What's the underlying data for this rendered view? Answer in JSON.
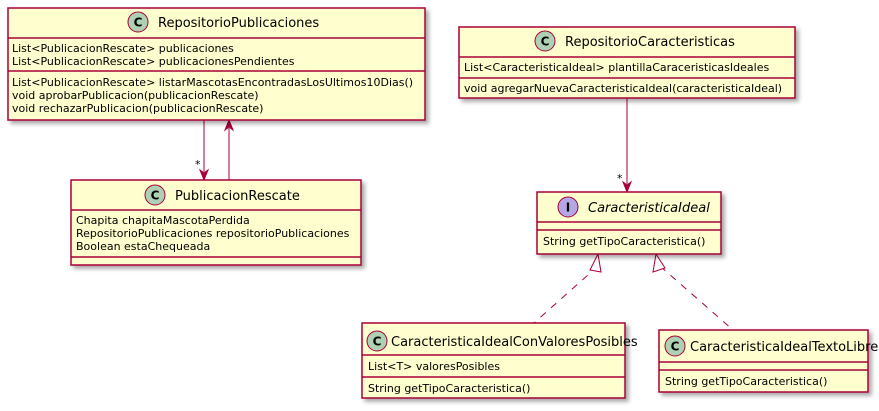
{
  "colors": {
    "class_fill": "#FEFECE",
    "class_border": "#A80036",
    "class_badge": "#ADD1B2",
    "interface_badge": "#B4A7E5",
    "arrow": "#A80036"
  },
  "classes": {
    "repositorio_publicaciones": {
      "stereotype_letter": "C",
      "name": "RepositorioPublicaciones",
      "attributes": [
        "List<PublicacionRescate> publicaciones",
        "List<PublicacionRescate> publicacionesPendientes"
      ],
      "methods": [
        "List<PublicacionRescate> listarMascotasEncontradasLosUltimos10Dias()",
        "void aprobarPublicacion(publicacionRescate)",
        "void rechazarPublicacion(publicacionRescate)"
      ]
    },
    "repositorio_caracteristicas": {
      "stereotype_letter": "C",
      "name": "RepositorioCaracteristicas",
      "attributes": [
        "List<CaracteristicaIdeal> plantillaCaraceristicasIdeales"
      ],
      "methods": [
        "void agregarNuevaCaracteristicaIdeal(caracteristicaIdeal)"
      ]
    },
    "publicacion_rescate": {
      "stereotype_letter": "C",
      "name": "PublicacionRescate",
      "attributes": [
        "Chapita chapitaMascotaPerdida",
        "RepositorioPublicaciones repositorioPublicaciones",
        "Boolean estaChequeada"
      ],
      "methods": []
    },
    "caracteristica_ideal": {
      "stereotype_letter": "I",
      "name": "CaracteristicaIdeal",
      "attributes": [],
      "methods": [
        "String getTipoCaracteristica()"
      ]
    },
    "caracteristica_valores_posibles": {
      "stereotype_letter": "C",
      "name": "CaracteristicaIdealConValoresPosibles",
      "attributes": [
        "List<T> valoresPosibles"
      ],
      "methods": [
        "String getTipoCaracteristica()"
      ]
    },
    "caracteristica_texto_libre": {
      "stereotype_letter": "C",
      "name": "CaracteristicaIdealTextoLibre",
      "attributes": [],
      "methods": [
        "String getTipoCaracteristica()"
      ]
    }
  },
  "relations": {
    "publicaciones_multiplicity": "*",
    "caracteristicas_multiplicity": "*"
  }
}
